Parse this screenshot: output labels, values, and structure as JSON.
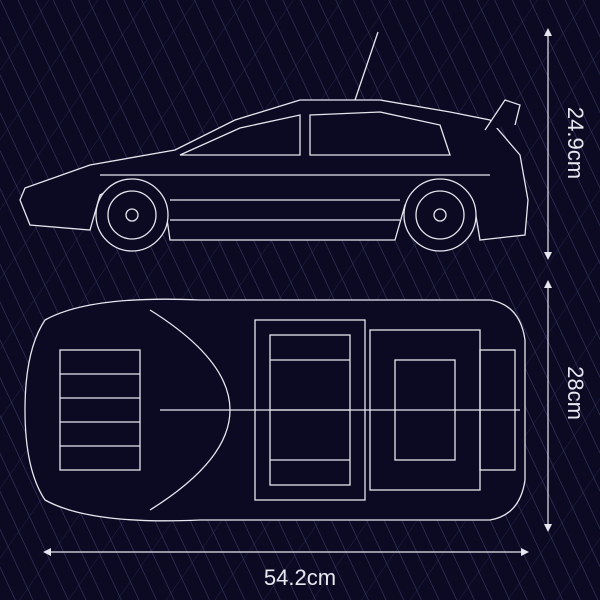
{
  "colors": {
    "background": "#0b0a22",
    "grid": "#3a3a66",
    "lines": "#e6e6ee"
  },
  "dimensions": {
    "length": "54.2cm",
    "height": "24.9cm",
    "width": "28cm"
  }
}
